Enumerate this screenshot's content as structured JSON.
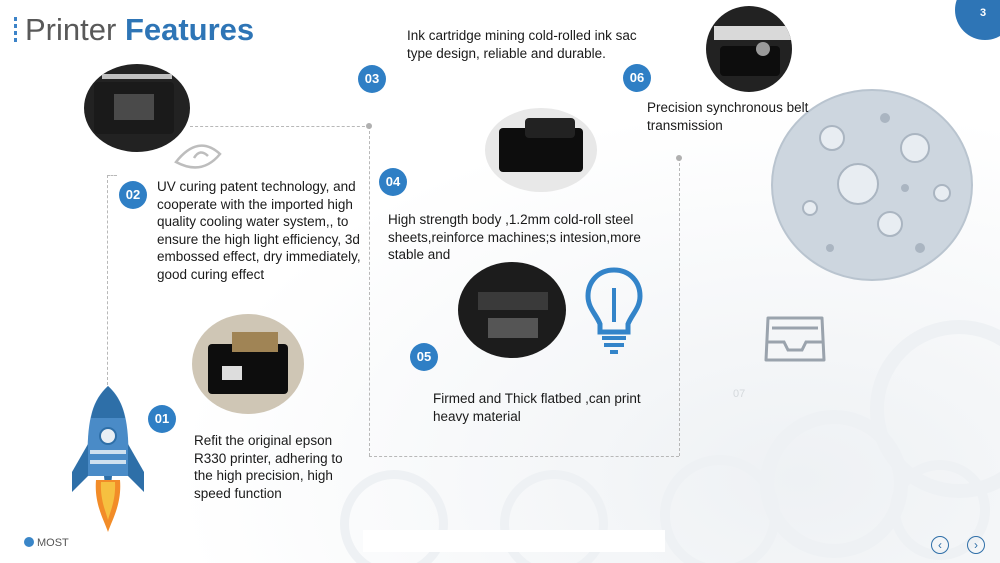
{
  "slide": {
    "title_part1": "Printer",
    "title_part2": "Features",
    "page_number": "3",
    "brand": "MOST",
    "faint_number": "07"
  },
  "features": [
    {
      "number": "01",
      "text": "Refit the original epson R330 printer, adhering to the high precision, high speed function"
    },
    {
      "number": "02",
      "text": "UV curing patent technology, and cooperate with the imported high quality cooling water system,, to ensure the high light efficiency, 3d embossed effect, dry immediately,  good curing effect"
    },
    {
      "number": "03",
      "text": "Ink cartridge mining cold-rolled ink sac type design, reliable and durable."
    },
    {
      "number": "04",
      "text": "High strength body ,1.2mm cold-roll steel sheets,reinforce machines;s intesion,more stable and"
    },
    {
      "number": "05",
      "text": "Firmed and Thick flatbed ,can print heavy material"
    },
    {
      "number": "06",
      "text": "Precision synchronous belt transmission"
    }
  ],
  "colors": {
    "accent": "#2e75b6",
    "badge": "#2f7fc5"
  },
  "icons": [
    "rocket-icon",
    "lightbulb-icon",
    "inbox-tray-icon",
    "moon-illustration",
    "eye-icon"
  ]
}
